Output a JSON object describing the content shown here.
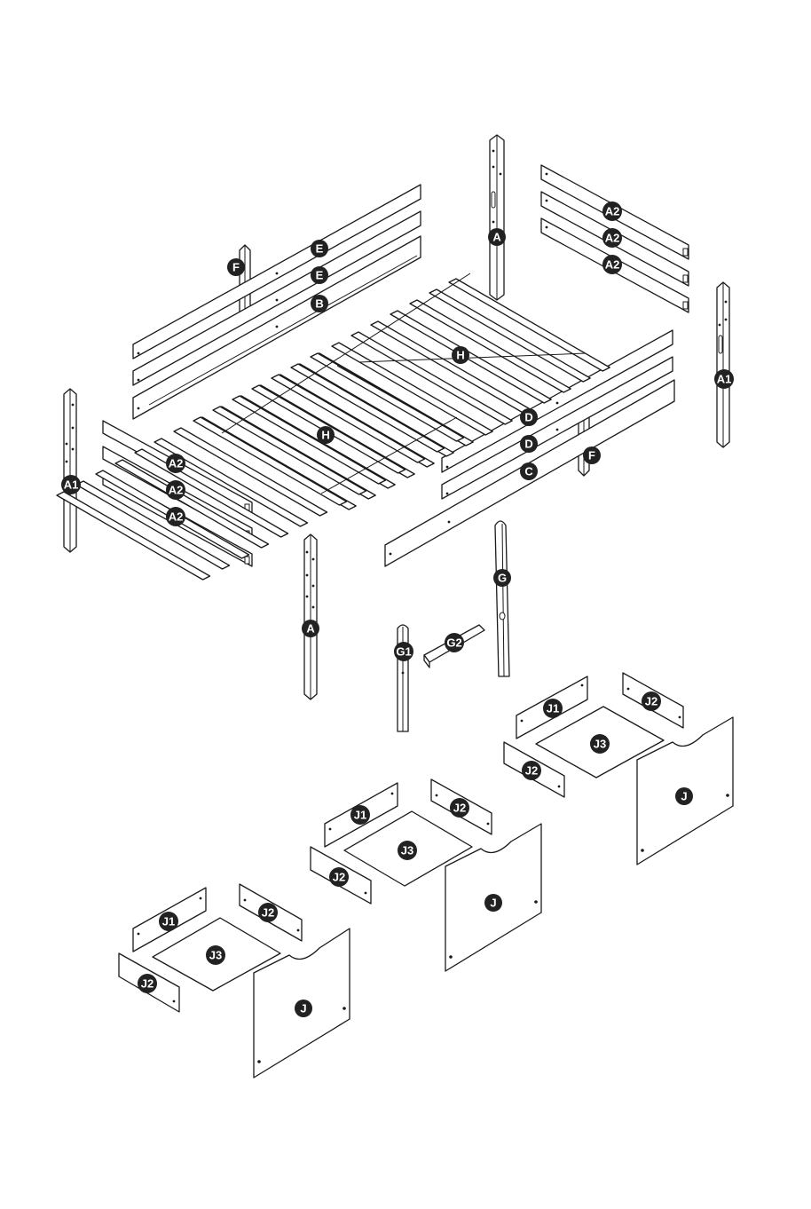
{
  "labels": {
    "A": "A",
    "A1": "A1",
    "A2": "A2",
    "B": "B",
    "C": "C",
    "D": "D",
    "E": "E",
    "F": "F",
    "G": "G",
    "G1": "G1",
    "G2": "G2",
    "H": "H",
    "J": "J",
    "J1": "J1",
    "J2": "J2",
    "J3": "J3"
  },
  "colors": {
    "line": "#1a1a1a",
    "badge": "#222222",
    "badge_text": "#ffffff",
    "background": "#ffffff"
  }
}
